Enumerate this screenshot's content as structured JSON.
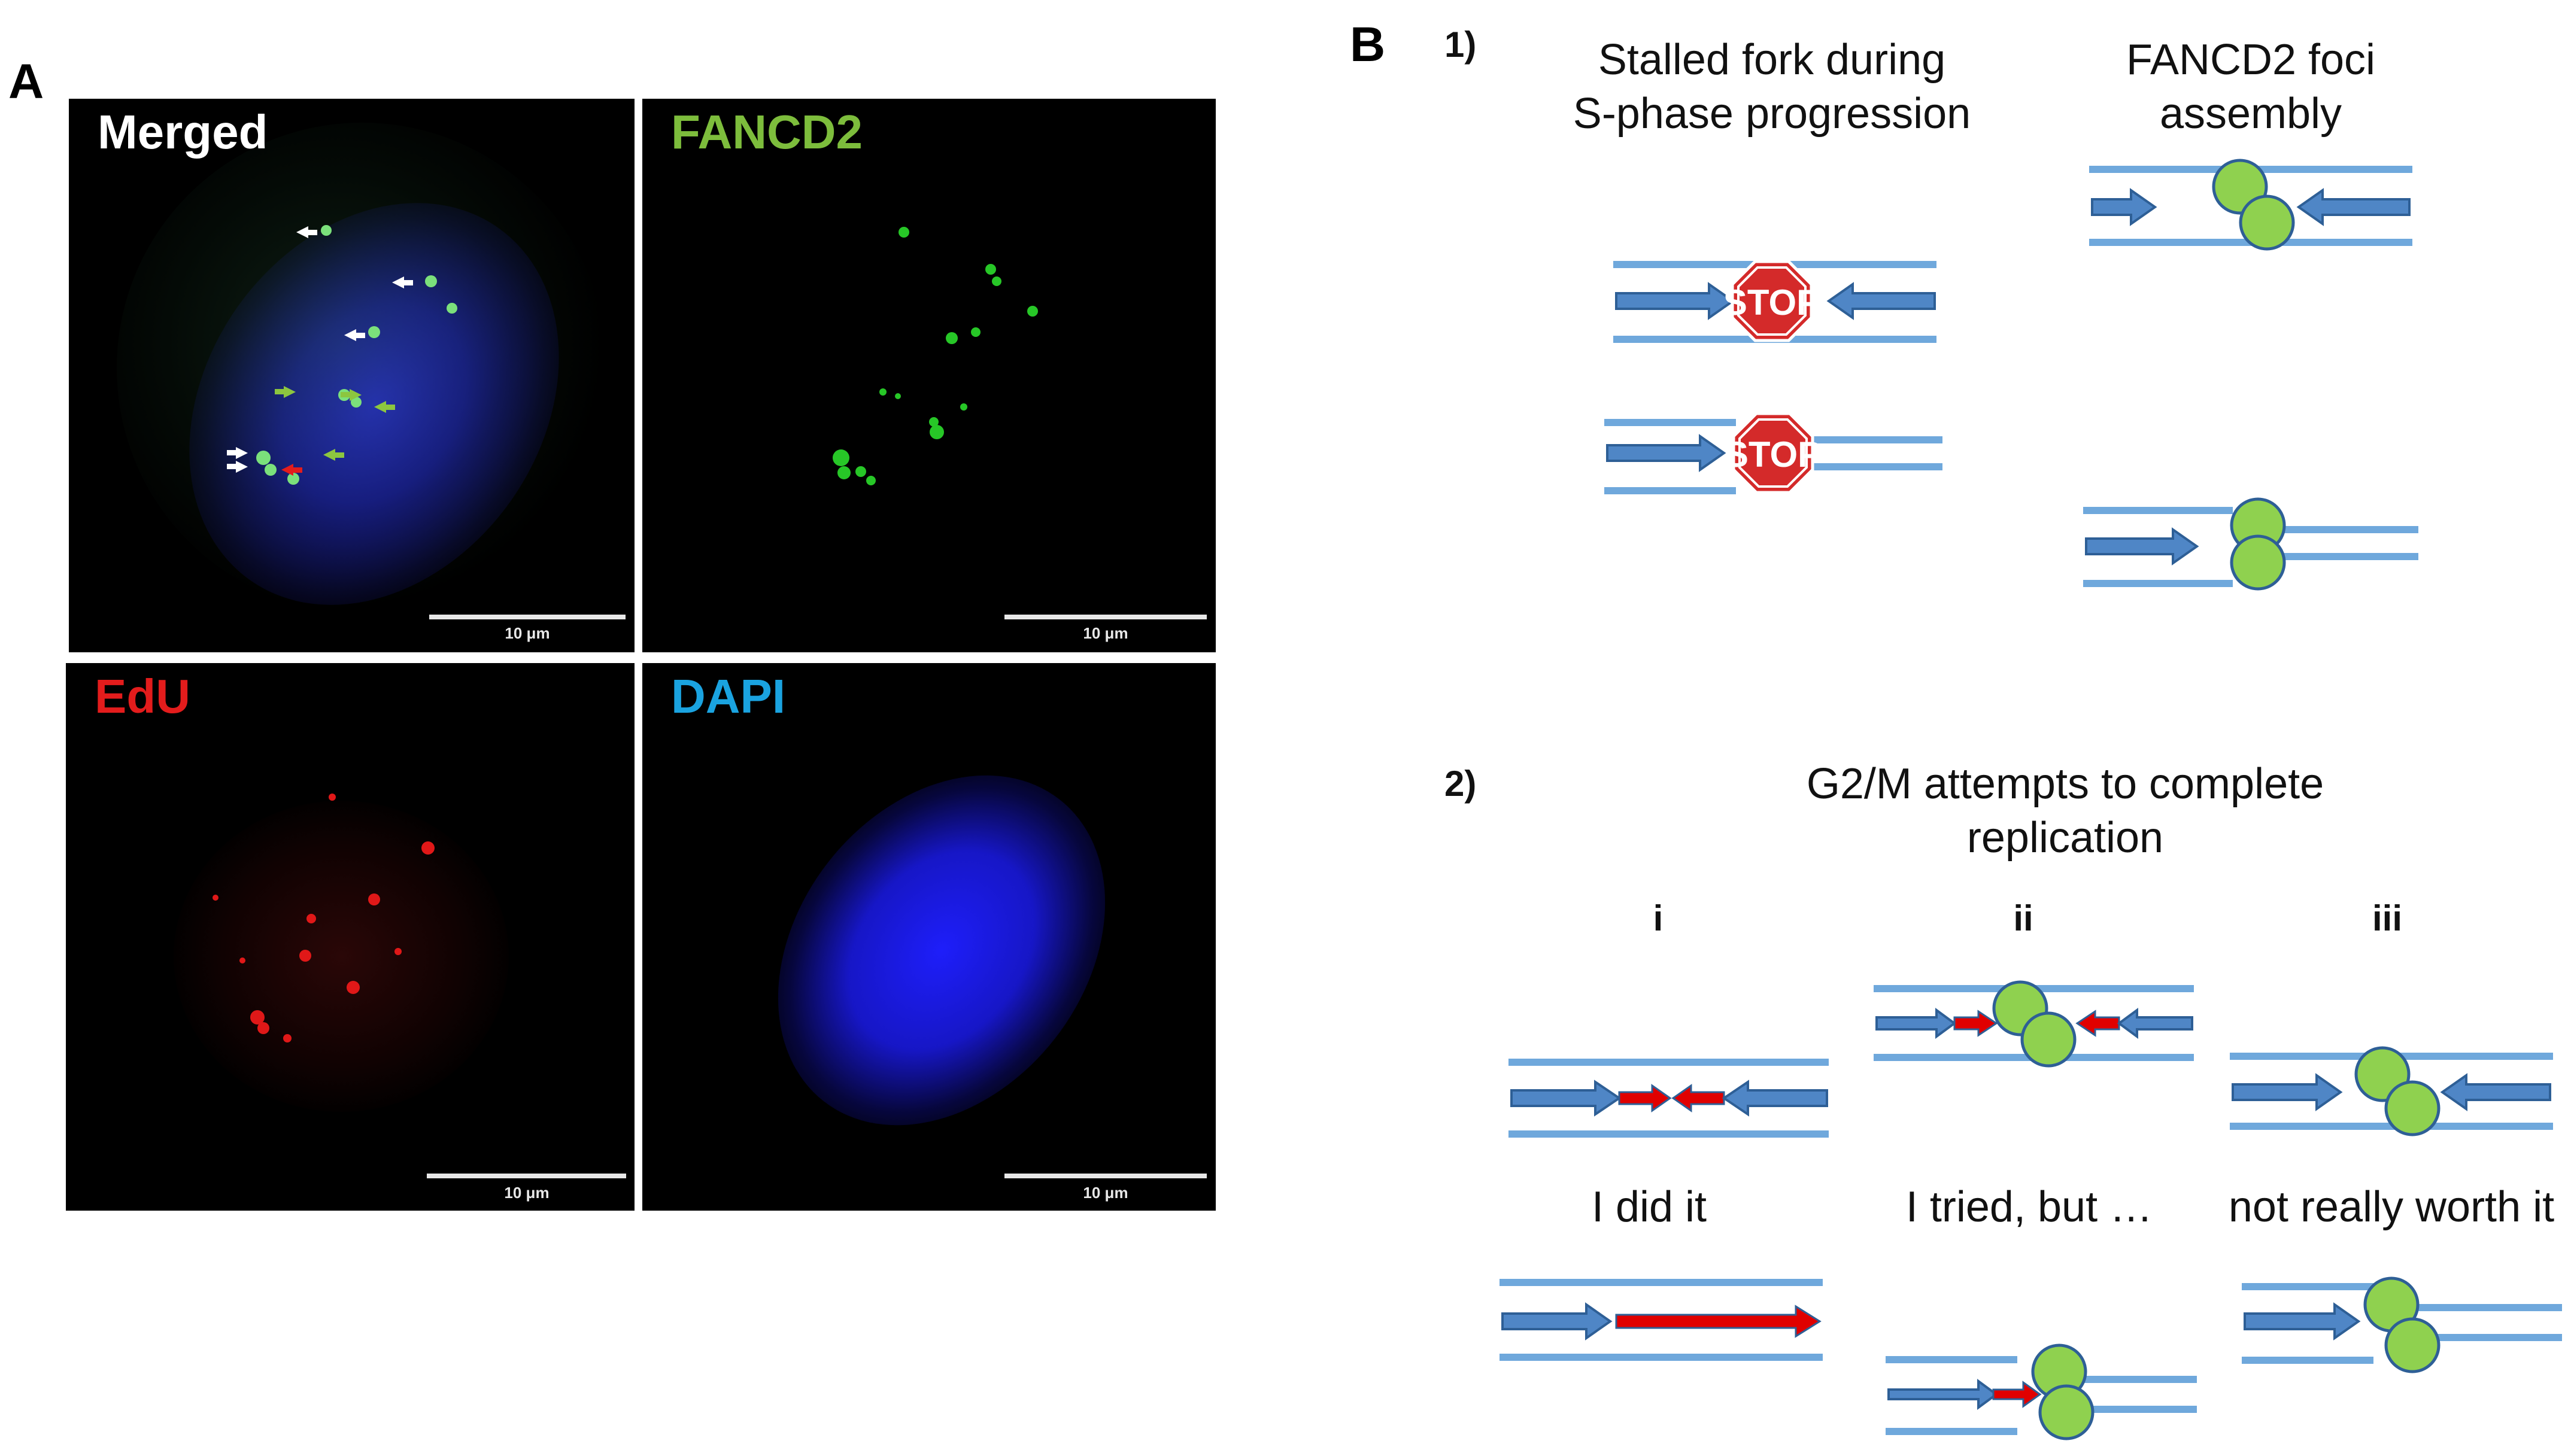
{
  "panels": {
    "a_letter": "A",
    "b_letter": "B"
  },
  "micrographs": [
    {
      "label": "Merged",
      "label_color": "#ffffff",
      "scale": "10 μm"
    },
    {
      "label": "FANCD2",
      "label_color": "#7dbd3c",
      "scale": "10 μm"
    },
    {
      "label": "EdU",
      "label_color": "#e31c1c",
      "scale": "10 μm"
    },
    {
      "label": "DAPI",
      "label_color": "#1aa3e0",
      "scale": "10 μm"
    }
  ],
  "section1": {
    "number": "1)",
    "stalled_title_line1": "Stalled fork during",
    "stalled_title_line2": "S-phase progression",
    "foci_title_line1": "FANCD2 foci",
    "foci_title_line2": "assembly",
    "stop_text": "STOP"
  },
  "section2": {
    "number": "2)",
    "title_line1": "G2/M attempts to complete",
    "title_line2": "replication",
    "col_i": "i",
    "col_ii": "ii",
    "col_iii": "iii",
    "caption_i": "I did it",
    "caption_ii": "I tried, but …",
    "caption_iii": "not really worth it"
  },
  "colors": {
    "strand": "#6fa8dc",
    "arrow_fill": "#4f86c6",
    "arrow_stroke": "#2e5f96",
    "foci_fill": "#8fd14f",
    "foci_stroke": "#2e5f96",
    "red_arrow": "#e00000",
    "stop_red": "#d42a2a"
  }
}
